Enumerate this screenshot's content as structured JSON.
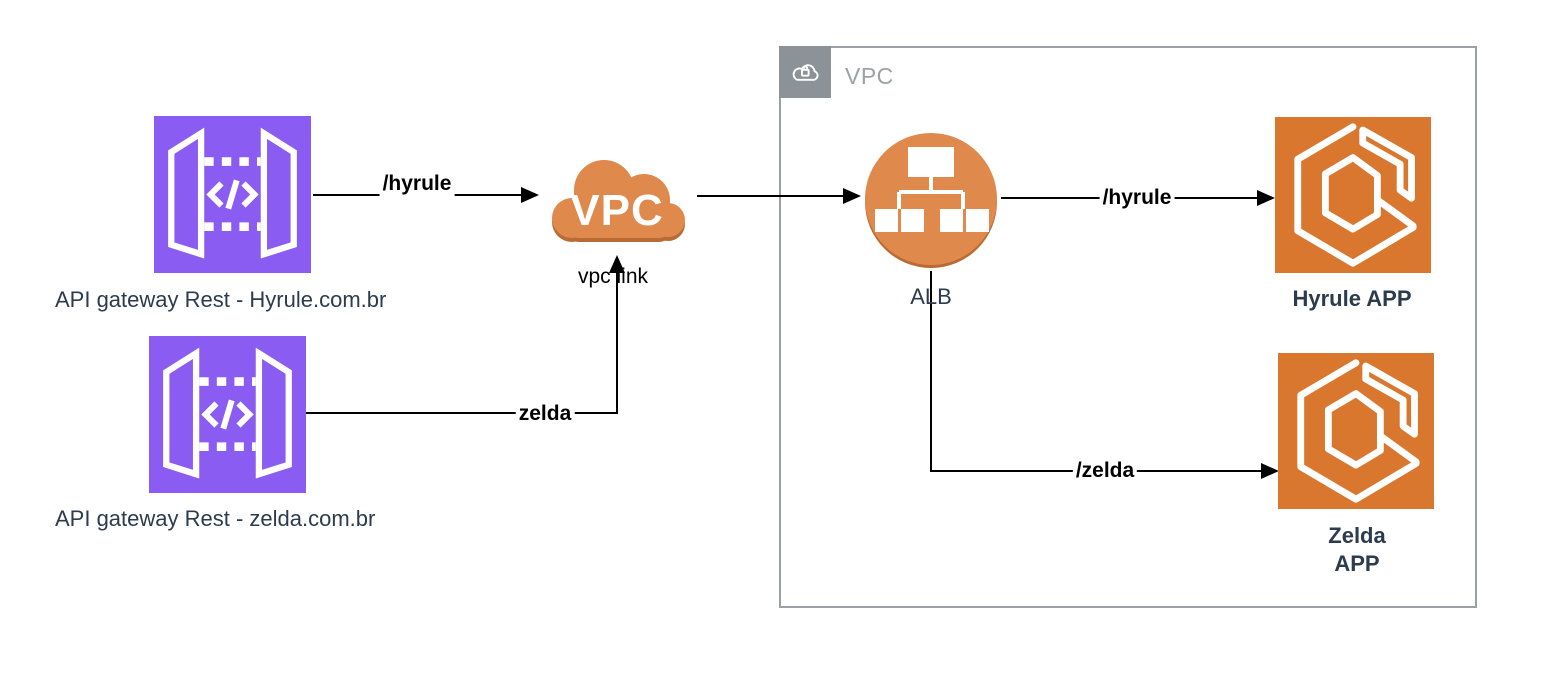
{
  "diagram": {
    "nodes": {
      "api_gateway_hyrule": {
        "caption": "API gateway Rest - Hyrule.com.br",
        "icon": "api-gateway-icon"
      },
      "api_gateway_zelda": {
        "caption": "API gateway Rest - zelda.com.br",
        "icon": "api-gateway-icon"
      },
      "vpc_cloud": {
        "text": "VPC",
        "icon": "vpc-cloud-icon"
      },
      "vpc_group": {
        "title": "VPC",
        "icon": "cloud-lock-icon"
      },
      "alb": {
        "caption": "ALB",
        "icon": "load-balancer-icon"
      },
      "hyrule_app": {
        "caption": "Hyrule APP",
        "icon": "ecs-container-icon"
      },
      "zelda_app": {
        "caption_line1": "Zelda",
        "caption_line2": "APP",
        "icon": "ecs-container-icon"
      }
    },
    "edges": {
      "gw_hyrule_to_vpc_cloud": {
        "label": "/hyrule"
      },
      "gw_zelda_to_vpc_cloud": {
        "label": "zelda"
      },
      "vpc_link": {
        "label": "vpc link"
      },
      "alb_to_hyrule_app": {
        "label": "/hyrule"
      },
      "alb_to_zelda_app": {
        "label": "/zelda"
      }
    },
    "colors": {
      "api_gateway_purple": "#8B5CF2",
      "ecs_orange": "#D9772F",
      "cloud_alb_orange": "#E0894C",
      "orange_shadow": "#B96B35",
      "vpc_border_gray": "#9AA0A4",
      "vpc_header_gray": "#8B9399",
      "vpc_title_gray": "#9AA2A6",
      "caption_dark": "#2D3B4E",
      "edge_black": "#000000"
    }
  }
}
